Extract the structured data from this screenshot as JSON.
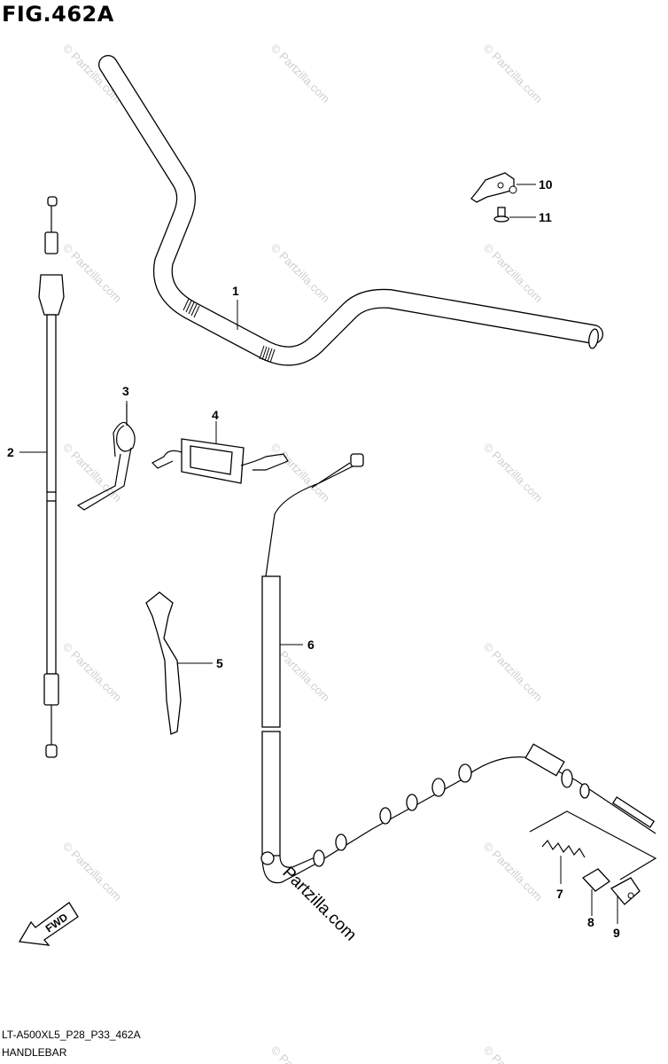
{
  "figure": {
    "title": "FIG.462A"
  },
  "callouts": [
    "1",
    "2",
    "3",
    "4",
    "5",
    "6",
    "7",
    "8",
    "9",
    "10",
    "11"
  ],
  "watermark": {
    "text": "© Partzilla.com",
    "center_text": "Partzilla.com"
  },
  "fwd_label": "FWD",
  "footer": {
    "code": "LT-A500XL5_P28_P33_462A",
    "name": "HANDLEBAR"
  }
}
